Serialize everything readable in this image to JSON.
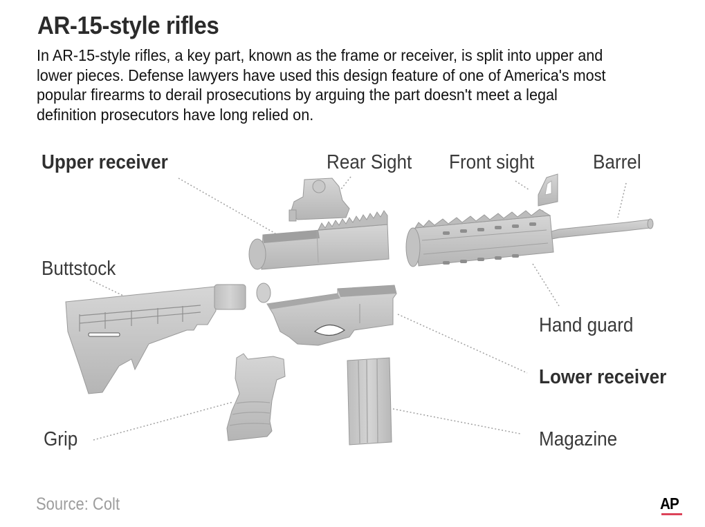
{
  "header": {
    "title": "AR-15-style rifles",
    "description_lines": [
      "In AR-15-style rifles, a key part, known as the frame or receiver, is split into upper and",
      "lower pieces. Defense lawyers have used this design feature of one of America's most",
      "popular firearms to derail prosecutions by arguing the part doesn't meet a legal",
      "definition prosecutors have long relied on."
    ]
  },
  "parts": {
    "upper_receiver": "Upper receiver",
    "rear_sight": "Rear Sight",
    "front_sight": "Front sight",
    "barrel": "Barrel",
    "buttstock": "Buttstock",
    "hand_guard": "Hand guard",
    "lower_receiver": "Lower receiver",
    "grip": "Grip",
    "magazine": "Magazine"
  },
  "footer": {
    "source": "Source: Colt",
    "logo": "AP"
  },
  "colors": {
    "part_fill": "#c4c4c4",
    "part_shade": "#a9a9a9",
    "leader_line": "#a0a0a0",
    "ap_accent": "#dc4359"
  }
}
